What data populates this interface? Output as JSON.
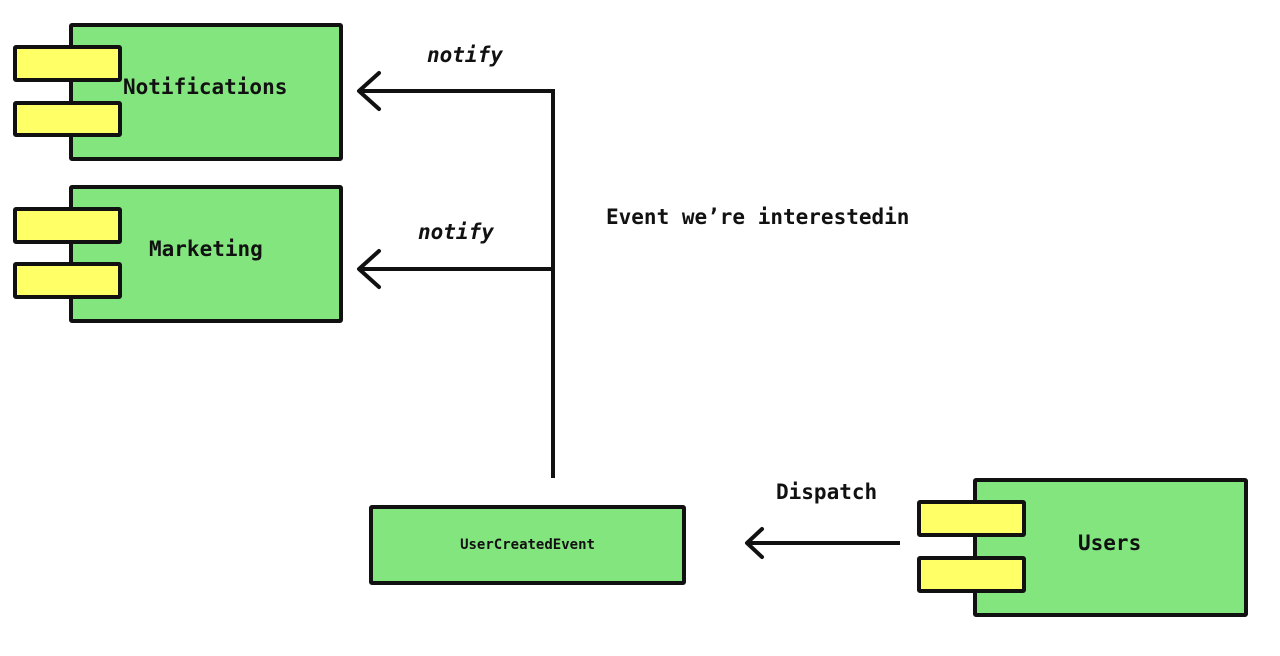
{
  "components": {
    "notifications": {
      "label": "Notifications"
    },
    "marketing": {
      "label": "Marketing"
    },
    "users": {
      "label": "Users"
    }
  },
  "event": {
    "label": "UserCreatedEvent"
  },
  "edges": {
    "notify_top": "notify",
    "notify_bottom": "notify",
    "dispatch": "Dispatch"
  },
  "annotation": {
    "text": "Event we’re interestedin"
  },
  "colors": {
    "component_fill": "#82e57e",
    "tab_fill": "#ffff66",
    "stroke": "#111111"
  }
}
